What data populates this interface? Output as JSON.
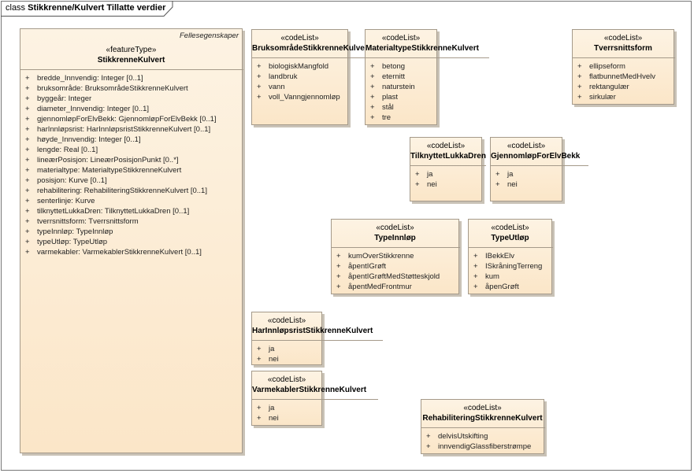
{
  "frame": {
    "keyword": "class",
    "name": "Stikkrenne/Kulvert Tillatte verdier"
  },
  "main": {
    "tag": "Fellesegenskaper",
    "stereotype": "«featureType»",
    "name": "StikkrenneKulvert",
    "attributes": [
      "bredde_Innvendig: Integer [0..1]",
      "bruksområde: BruksområdeStikkrenneKulvert",
      "byggeår: Integer",
      "diameter_Innvendig: Integer [0..1]",
      "gjennomløpForElvBekk: GjennomløpForElvBekk [0..1]",
      "harInnløpsrist: HarInnløpsristStikkrenneKulvert [0..1]",
      "høyde_Innvendig: Integer [0..1]",
      "lengde: Real [0..1]",
      "lineærPosisjon: LineærPosisjonPunkt [0..*]",
      "materialtype: MaterialtypeStikkrenneKulvert",
      "posisjon: Kurve [0..1]",
      "rehabilitering: RehabiliteringStikkrenneKulvert [0..1]",
      "senterlinje: Kurve",
      "tilknyttetLukkaDren: TilknyttetLukkaDren [0..1]",
      "tverrsnittsform: Tverrsnittsform",
      "typeInnløp: TypeInnløp",
      "typeUtløp: TypeUtløp",
      "varmekabler: VarmekablerStikkrenneKulvert [0..1]"
    ]
  },
  "codelists": [
    {
      "id": "bruksomrade",
      "stereotype": "«codeList»",
      "name": "BruksområdeStikkrenneKulvert",
      "values": [
        "biologiskMangfold",
        "landbruk",
        "vann",
        "voll_Vanngjennomløp"
      ]
    },
    {
      "id": "materialtype",
      "stereotype": "«codeList»",
      "name": "MaterialtypeStikkrenneKulvert",
      "values": [
        "betong",
        "eternitt",
        "naturstein",
        "plast",
        "stål",
        "tre"
      ]
    },
    {
      "id": "tverrsnittsform",
      "stereotype": "«codeList»",
      "name": "Tverrsnittsform",
      "values": [
        "ellipseform",
        "flatbunnetMedHvelv",
        "rektangulær",
        "sirkulær"
      ]
    },
    {
      "id": "tilknyttet",
      "stereotype": "«codeList»",
      "name": "TilknyttetLukkaDren",
      "values": [
        "ja",
        "nei"
      ]
    },
    {
      "id": "gjennomlop",
      "stereotype": "«codeList»",
      "name": "GjennomløpForElvBekk",
      "values": [
        "ja",
        "nei"
      ]
    },
    {
      "id": "typeinnlop",
      "stereotype": "«codeList»",
      "name": "TypeInnløp",
      "values": [
        "kumOverStikkrenne",
        "åpentIGrøft",
        "åpentIGrøftMedStøtteskjold",
        "åpentMedFrontmur"
      ]
    },
    {
      "id": "typeutlop",
      "stereotype": "«codeList»",
      "name": "TypeUtløp",
      "values": [
        "IBekkElv",
        "ISkråningTerreng",
        "kum",
        "åpenGrøft"
      ]
    },
    {
      "id": "harinnlopsrist",
      "stereotype": "«codeList»",
      "name": "HarInnløpsristStikkrenneKulvert",
      "values": [
        "ja",
        "nei"
      ]
    },
    {
      "id": "varmekabler",
      "stereotype": "«codeList»",
      "name": "VarmekablerStikkrenneKulvert",
      "values": [
        "ja",
        "nei"
      ]
    },
    {
      "id": "rehabilitering",
      "stereotype": "«codeList»",
      "name": "RehabiliteringStikkrenneKulvert",
      "values": [
        "delvisUtskifting",
        "innvendigGlassfiberstrømpe"
      ]
    }
  ]
}
